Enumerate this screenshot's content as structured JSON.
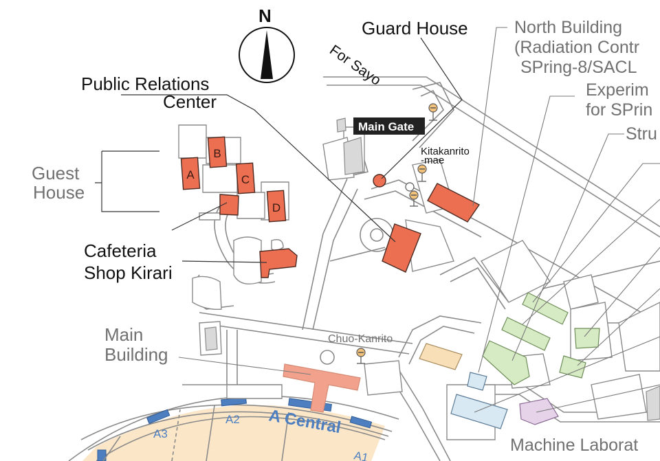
{
  "compass": {
    "label": "N"
  },
  "labels": {
    "guard_house": "Guard House",
    "north_building_line1": "North Building",
    "north_building_line2": "(Radiation Contr",
    "north_building_line3": "SPring-8/SACL",
    "experim_line1": "Experim",
    "experim_line2": "for SPrin",
    "stru": "Stru",
    "for_sayo": "For Sayo",
    "public_relations_line1": "Public Relations",
    "public_relations_line2": "Center",
    "main_gate": "Main Gate",
    "kitakanrito_line1": "Kitakanrito",
    "kitakanrito_line2": "-mae",
    "guest_house_line1": "Guest",
    "guest_house_line2": "House",
    "cafeteria_line1": "Cafeteria",
    "cafeteria_line2": "Shop Kirari",
    "main_building_line1": "Main",
    "main_building_line2": "Building",
    "chuo_kanrito": "Chuo-Kanrito",
    "a_central": "A Central",
    "a1": "A1",
    "a2": "A2",
    "a3": "A3",
    "machine_laboratory": "Machine Laborat"
  },
  "guest_house_buildings": [
    "A",
    "B",
    "C",
    "D"
  ],
  "colors": {
    "facility_red": "#ec6f52",
    "main_building_pink": "#f2a28c",
    "experimental_green": "#d6ebc4",
    "ring_tan": "#fbe6c8",
    "ring_blue": "#4d7fc0",
    "label_gray": "#707070"
  },
  "icons": [
    "compass-icon",
    "bus-stop-icon"
  ]
}
